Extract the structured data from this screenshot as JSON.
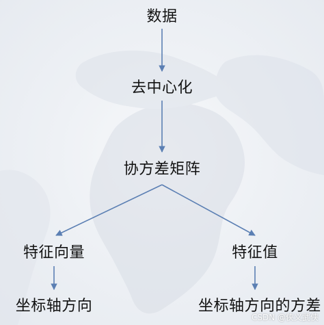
{
  "diagram": {
    "nodes": {
      "data": "数据",
      "decenter": "去中心化",
      "covariance_matrix": "协方差矩阵",
      "eigenvectors": "特征向量",
      "eigenvalues": "特征值",
      "axis_direction": "坐标轴方向",
      "axis_direction_variance": "坐标轴方向的方差"
    },
    "edges": [
      {
        "from": "data",
        "to": "decenter"
      },
      {
        "from": "decenter",
        "to": "covariance_matrix"
      },
      {
        "from": "covariance_matrix",
        "to": "eigenvectors"
      },
      {
        "from": "covariance_matrix",
        "to": "eigenvalues"
      },
      {
        "from": "eigenvectors",
        "to": "axis_direction"
      },
      {
        "from": "eigenvalues",
        "to": "axis_direction_variance"
      }
    ],
    "colors": {
      "arrow": "#5b7fb3",
      "text": "#111111",
      "map_land": "#d9dee6",
      "map_bg": "#eef1f5"
    }
  },
  "watermark": {
    "text": "CSDN @侠义武侠"
  }
}
